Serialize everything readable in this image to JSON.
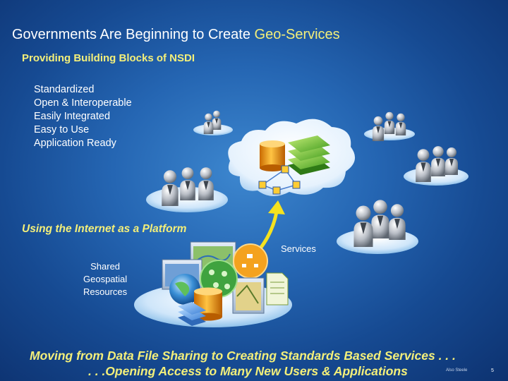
{
  "slide": {
    "title_prefix": "Governments Are Beginning to Create ",
    "title_highlight": "Geo-Services",
    "subtitle": "Providing Building Blocks of  NSDI",
    "features": [
      "Standardized",
      "Open & Interoperable",
      "Easily Integrated",
      "Easy to Use",
      "Application Ready"
    ],
    "platform_label": "Using the Internet as a Platform",
    "services_label": "Services",
    "shared_resources": [
      "Shared",
      "Geospatial",
      "Resources"
    ],
    "closing_line1": "Moving from Data File Sharing to Creating Standards Based Services  . . .",
    "closing_line2": ". . .Opening Access to Many New Users & Applications",
    "footer_note": "Also Steele",
    "page_number": "5"
  },
  "colors": {
    "highlight": "#f3ef7a",
    "background": "#2566b3",
    "arrow": "#f5e21f"
  },
  "icons": [
    "user-group-icon",
    "cloud-icon",
    "database-icon",
    "layer-stack-icon",
    "network-node-icon",
    "map-window-icon",
    "globe-icon",
    "document-icon",
    "curved-arrow-icon"
  ]
}
